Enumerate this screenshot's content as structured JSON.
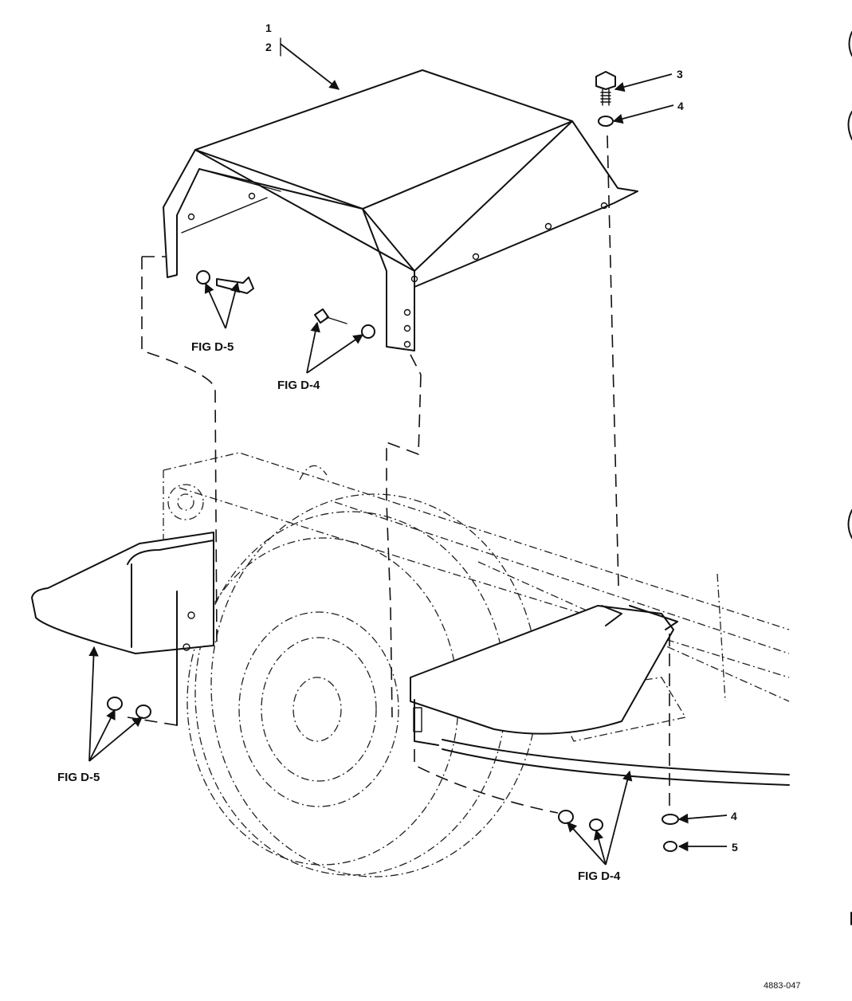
{
  "callouts": {
    "item_1": "1",
    "item_2": "2",
    "item_3": "3",
    "item_4_top": "4",
    "item_4_bottom": "4",
    "item_5": "5"
  },
  "references": {
    "fig_d5_upper": "FIG D-5",
    "fig_d4_upper": "FIG D-4",
    "fig_d5_lower": "FIG D-5",
    "fig_d4_lower": "FIG D-4"
  },
  "figure_number": "4883-047"
}
